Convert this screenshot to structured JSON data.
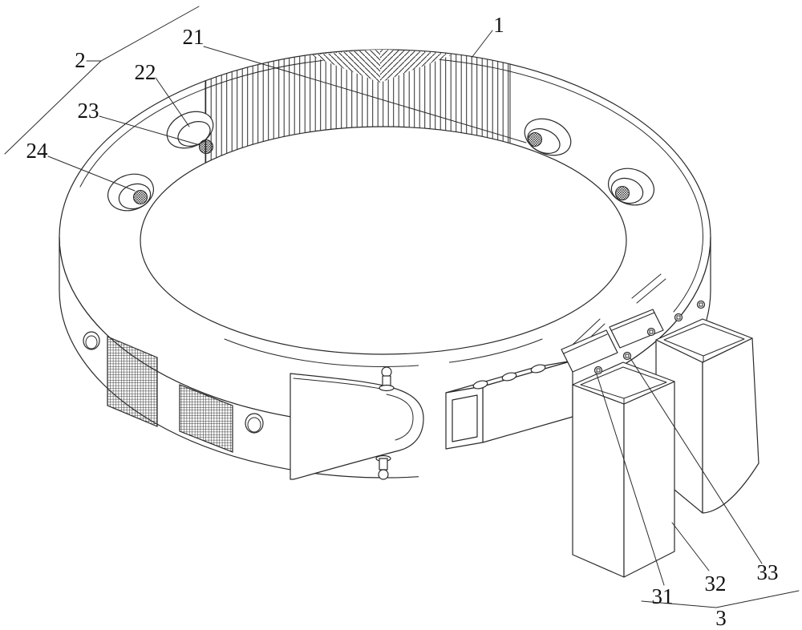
{
  "figure": {
    "background_color": "#ffffff",
    "line_color": "#2a2a2a"
  },
  "labels": {
    "ring": {
      "text": "1"
    },
    "fastener_group": {
      "text": "2"
    },
    "part21": {
      "text": "21"
    },
    "part22": {
      "text": "22"
    },
    "part23": {
      "text": "23"
    },
    "part24": {
      "text": "24"
    },
    "box_group": {
      "text": "3"
    },
    "part31": {
      "text": "31"
    },
    "part32": {
      "text": "32"
    },
    "part33": {
      "text": "33"
    }
  }
}
